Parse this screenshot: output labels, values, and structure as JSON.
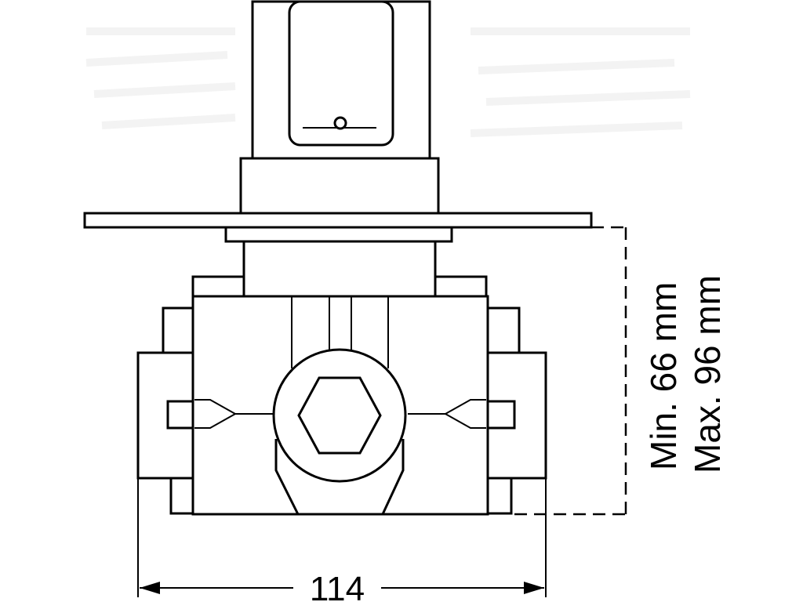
{
  "dimensions": {
    "width_value": "114",
    "depth_min": "Min. 66 mm",
    "depth_max": "Max. 96 mm"
  }
}
